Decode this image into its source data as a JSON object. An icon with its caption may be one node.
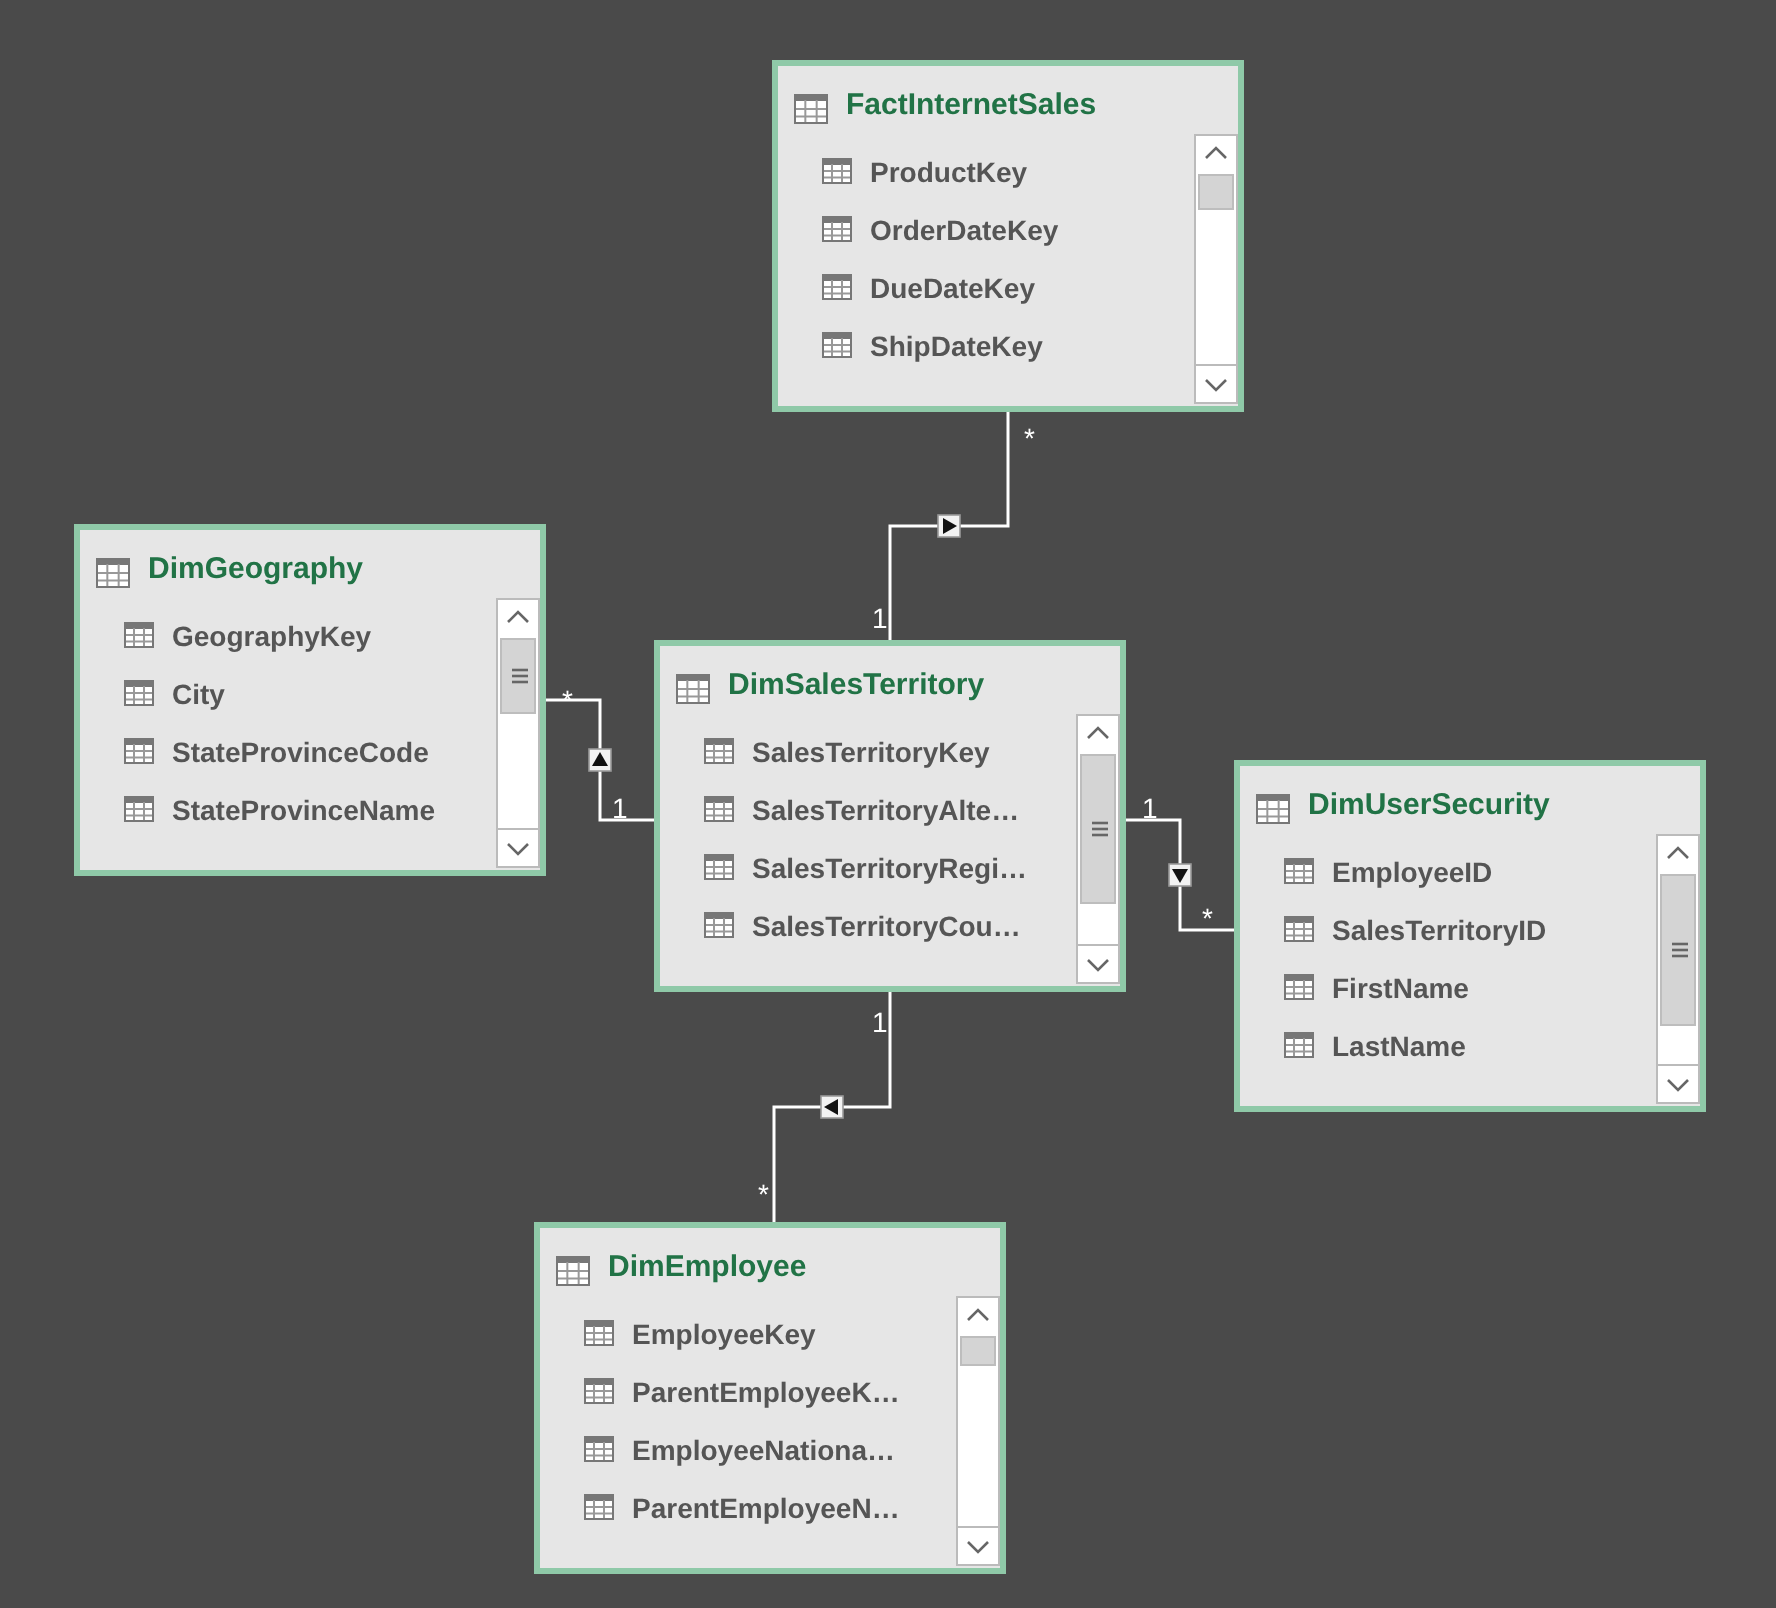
{
  "diagram": {
    "nodes": [
      {
        "text": [
          "FactInternetSales",
          "ProductKey",
          "OrderDateKey",
          "DueDateKey",
          "ShipDateKey"
        ]
      },
      {
        "text": [
          "DimGeography",
          "GeographyKey",
          "City",
          "StateProvinceCode",
          "StateProvinceName"
        ]
      },
      {
        "text": [
          "DimSalesTerritory",
          "SalesTerritoryKey",
          "SalesTerritoryAlte…",
          "SalesTerritoryRegi…",
          "SalesTerritoryCou…"
        ]
      },
      {
        "text": [
          "DimUserSecurity",
          "EmployeeID",
          "SalesTerritoryID",
          "FirstName",
          "LastName"
        ]
      },
      {
        "text": [
          "DimEmployee",
          "EmployeeKey",
          "ParentEmployeeK…",
          "EmployeeNationa…",
          "ParentEmployeeN…"
        ]
      }
    ],
    "edges": [
      {
        "from": 2,
        "to": 0,
        "arrow": "to"
      },
      {
        "from": 2,
        "to": 1,
        "arrow": "to"
      },
      {
        "from": 2,
        "to": 3,
        "arrow": "to"
      },
      {
        "from": 2,
        "to": 4,
        "arrow": "to"
      }
    ],
    "labels": [
      "*",
      "1",
      "*",
      "1",
      "1",
      "*",
      "1",
      "*"
    ]
  }
}
